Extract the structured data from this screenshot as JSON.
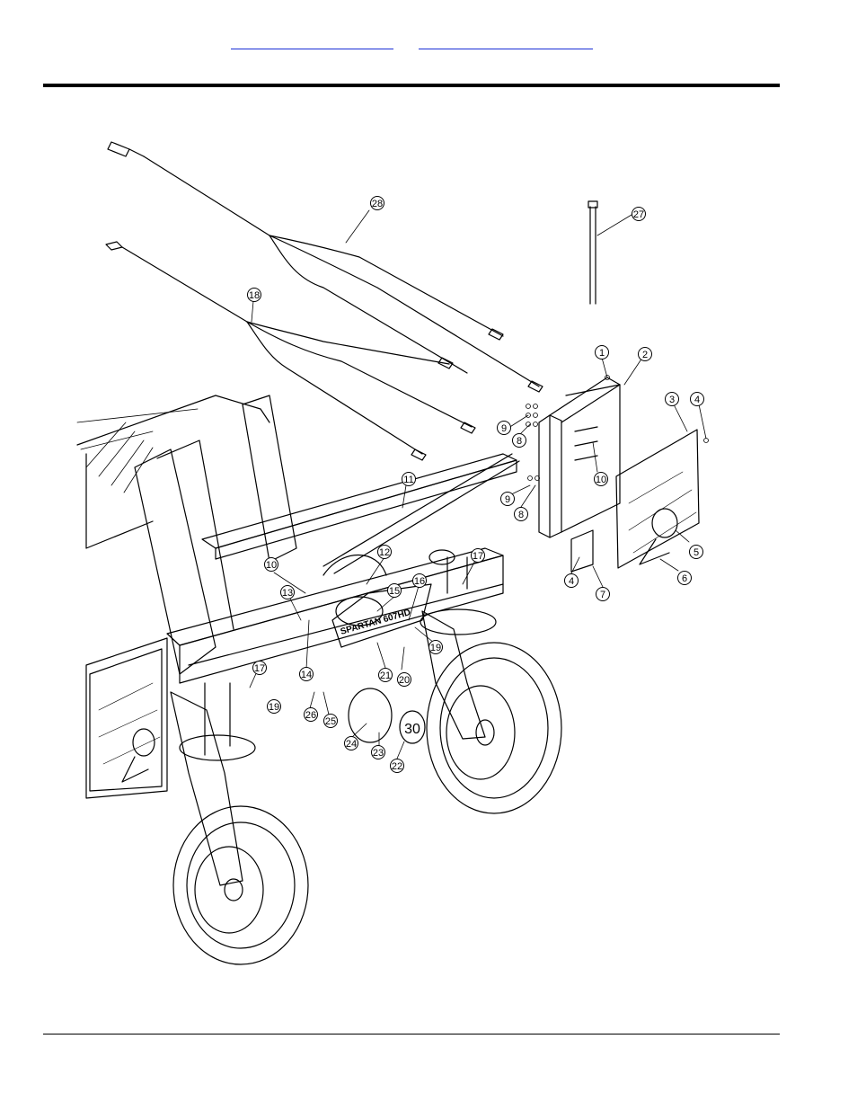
{
  "header": {
    "links": [
      "",
      ""
    ]
  },
  "figure": {
    "callouts": [
      {
        "n": "1"
      },
      {
        "n": "2"
      },
      {
        "n": "3"
      },
      {
        "n": "4"
      },
      {
        "n": "4"
      },
      {
        "n": "5"
      },
      {
        "n": "6"
      },
      {
        "n": "7"
      },
      {
        "n": "8"
      },
      {
        "n": "8"
      },
      {
        "n": "9"
      },
      {
        "n": "9"
      },
      {
        "n": "10"
      },
      {
        "n": "10"
      },
      {
        "n": "11"
      },
      {
        "n": "12"
      },
      {
        "n": "13"
      },
      {
        "n": "14"
      },
      {
        "n": "15"
      },
      {
        "n": "16"
      },
      {
        "n": "17"
      },
      {
        "n": "17"
      },
      {
        "n": "18"
      },
      {
        "n": "19"
      },
      {
        "n": "19"
      },
      {
        "n": "20"
      },
      {
        "n": "21"
      },
      {
        "n": "22"
      },
      {
        "n": "23"
      },
      {
        "n": "24"
      },
      {
        "n": "25"
      },
      {
        "n": "26"
      },
      {
        "n": "27"
      },
      {
        "n": "28"
      }
    ],
    "sign_number": "30",
    "decal_text": "SPARTAN 607HD"
  }
}
